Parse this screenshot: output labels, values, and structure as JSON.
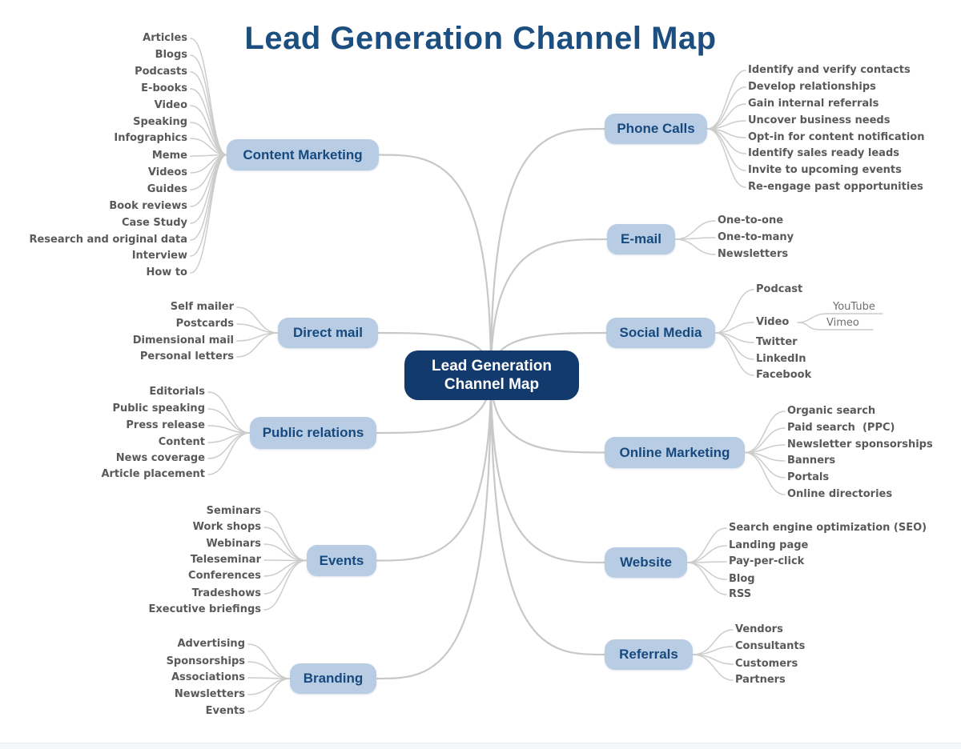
{
  "title": "Lead Generation Channel Map",
  "center": {
    "line1": "Lead Generation",
    "line2": "Channel Map"
  },
  "colors": {
    "title_text": "#1d4e80",
    "center_bg": "#123a6d",
    "center_text": "#ffffff",
    "branch_bg": "#b8cde4",
    "branch_text": "#17497e",
    "leaf_text": "#595959",
    "link_leaf_text": "#6f6f6f",
    "main_line": "#c8c8c8",
    "leaf_line": "#cccccc"
  },
  "branches": [
    {
      "id": "content-marketing",
      "label": "Content Marketing",
      "side": "left",
      "children": [
        {
          "label": "Articles"
        },
        {
          "label": "Blogs"
        },
        {
          "label": "Podcasts"
        },
        {
          "label": "E-books"
        },
        {
          "label": "Video"
        },
        {
          "label": "Speaking"
        },
        {
          "label": "Infographics"
        },
        {
          "label": "Meme"
        },
        {
          "label": "Videos"
        },
        {
          "label": "Guides"
        },
        {
          "label": "Book reviews"
        },
        {
          "label": "Case Study"
        },
        {
          "label": "Research and original data"
        },
        {
          "label": "Interview"
        },
        {
          "label": "How to"
        }
      ]
    },
    {
      "id": "direct-mail",
      "label": "Direct mail",
      "side": "left",
      "children": [
        {
          "label": "Self mailer"
        },
        {
          "label": "Postcards"
        },
        {
          "label": "Dimensional mail"
        },
        {
          "label": "Personal letters"
        }
      ]
    },
    {
      "id": "public-relations",
      "label": "Public relations",
      "side": "left",
      "children": [
        {
          "label": "Editorials"
        },
        {
          "label": "Public speaking"
        },
        {
          "label": "Press release"
        },
        {
          "label": "Content"
        },
        {
          "label": "News coverage"
        },
        {
          "label": "Article placement"
        }
      ]
    },
    {
      "id": "events",
      "label": "Events",
      "side": "left",
      "children": [
        {
          "label": "Seminars"
        },
        {
          "label": "Work shops"
        },
        {
          "label": "Webinars"
        },
        {
          "label": "Teleseminar"
        },
        {
          "label": "Conferences"
        },
        {
          "label": "Tradeshows"
        },
        {
          "label": "Executive briefings"
        }
      ]
    },
    {
      "id": "branding",
      "label": "Branding",
      "side": "left",
      "children": [
        {
          "label": "Advertising"
        },
        {
          "label": "Sponsorships"
        },
        {
          "label": "Associations"
        },
        {
          "label": "Newsletters"
        },
        {
          "label": "Events"
        }
      ]
    },
    {
      "id": "phone-calls",
      "label": "Phone Calls",
      "side": "right",
      "children": [
        {
          "label": "Identify and verify contacts"
        },
        {
          "label": "Develop relationships"
        },
        {
          "label": "Gain internal referrals"
        },
        {
          "label": "Uncover business needs"
        },
        {
          "label": "Opt-in for content notification"
        },
        {
          "label": "Identify sales ready leads"
        },
        {
          "label": "Invite to upcoming events"
        },
        {
          "label": "Re-engage past opportunities"
        }
      ]
    },
    {
      "id": "e-mail",
      "label": "E-mail",
      "side": "right",
      "children": [
        {
          "label": "One-to-one"
        },
        {
          "label": "One-to-many"
        },
        {
          "label": "Newsletters"
        }
      ]
    },
    {
      "id": "social-media",
      "label": "Social Media",
      "side": "right",
      "children": [
        {
          "label": "Podcast"
        },
        {
          "label": "Video",
          "children": [
            {
              "label": "YouTube"
            },
            {
              "label": "Vimeo"
            }
          ]
        },
        {
          "label": "Twitter"
        },
        {
          "label": "LinkedIn"
        },
        {
          "label": "Facebook"
        }
      ]
    },
    {
      "id": "online-marketing",
      "label": "Online Marketing",
      "side": "right",
      "children": [
        {
          "label": "Organic search"
        },
        {
          "label": "Paid search  (PPC)"
        },
        {
          "label": "Newsletter sponsorships"
        },
        {
          "label": "Banners"
        },
        {
          "label": "Portals"
        },
        {
          "label": "Online directories"
        }
      ]
    },
    {
      "id": "website",
      "label": "Website",
      "side": "right",
      "children": [
        {
          "label": "Search engine optimization (SEO)"
        },
        {
          "label": "Landing page"
        },
        {
          "label": "Pay-per-click"
        },
        {
          "label": "Blog"
        },
        {
          "label": "RSS"
        }
      ]
    },
    {
      "id": "referrals",
      "label": "Referrals",
      "side": "right",
      "children": [
        {
          "label": "Vendors"
        },
        {
          "label": "Consultants"
        },
        {
          "label": "Customers"
        },
        {
          "label": "Partners"
        }
      ]
    }
  ]
}
